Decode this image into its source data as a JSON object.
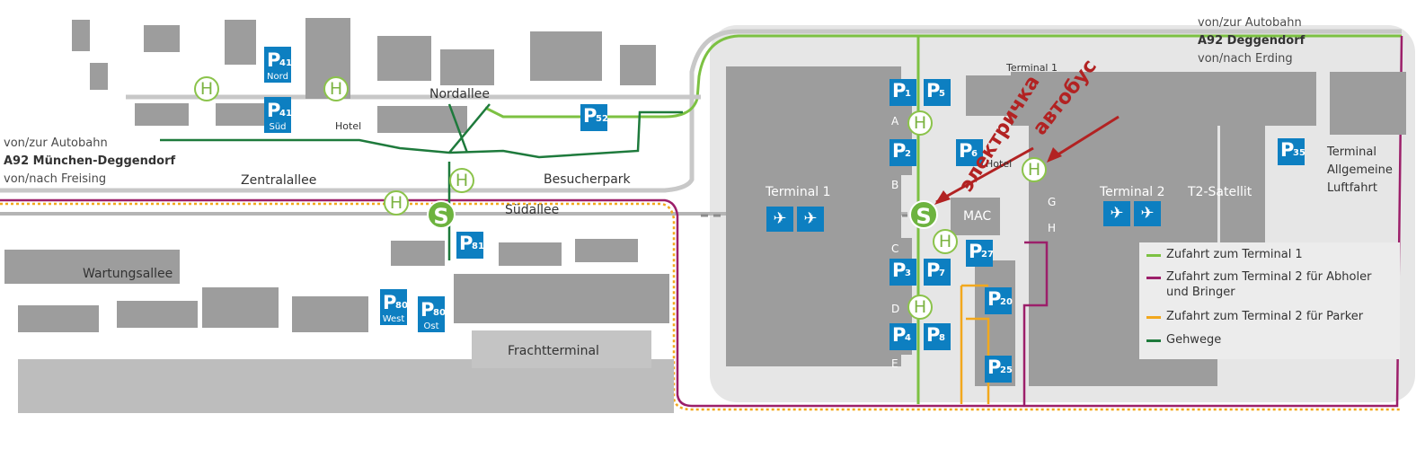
{
  "labels": {
    "autobahn_right_line1": "von/zur Autobahn",
    "autobahn_right_line2": "A92 Deggendorf",
    "autobahn_right_line3": "von/nach Erding",
    "autobahn_left_line1": "von/zur Autobahn",
    "autobahn_left_line2": "A92 München-Deggendorf",
    "autobahn_left_line3": "von/nach Freising",
    "nordallee": "Nordallee",
    "zentralallee": "Zentralallee",
    "besucherpark": "Besucherpark",
    "suedallee": "Südallee",
    "wartungsallee": "Wartungsallee",
    "frachtterminal": "Frachtterminal",
    "hotel_north": "Hotel",
    "hotel_center": "Hotel",
    "terminal1_small": "Terminal 1",
    "terminal1": "Terminal 1",
    "terminal2": "Terminal 2",
    "t2_satellit": "T2-Satellit",
    "mac": "MAC",
    "terminal_allgemeine_line1": "Terminal",
    "terminal_allgemeine_line2": "Allgemeine",
    "terminal_allgemeine_line3": "Luftfahrt"
  },
  "concourses": [
    "A",
    "B",
    "C",
    "D",
    "E",
    "G",
    "H"
  ],
  "parking": [
    {
      "num": "41",
      "sub": "Nord"
    },
    {
      "num": "41",
      "sub": "Süd"
    },
    {
      "num": "52",
      "sub": ""
    },
    {
      "num": "81",
      "sub": ""
    },
    {
      "num": "80",
      "sub": "West"
    },
    {
      "num": "80",
      "sub": "Ost"
    },
    {
      "num": "1",
      "sub": ""
    },
    {
      "num": "5",
      "sub": ""
    },
    {
      "num": "2",
      "sub": ""
    },
    {
      "num": "3",
      "sub": ""
    },
    {
      "num": "7",
      "sub": ""
    },
    {
      "num": "4",
      "sub": ""
    },
    {
      "num": "8",
      "sub": ""
    },
    {
      "num": "27",
      "sub": ""
    },
    {
      "num": "20",
      "sub": ""
    },
    {
      "num": "25",
      "sub": ""
    },
    {
      "num": "35",
      "sub": ""
    },
    {
      "num": "6",
      "sub": ""
    }
  ],
  "symbols": {
    "bus_stop": "H",
    "sbahn": "S",
    "parking_letter": "P"
  },
  "annotations": {
    "train": "электричка",
    "bus": "автобус"
  },
  "legend": {
    "item1": "Zufahrt zum Terminal 1",
    "item2_line1": "Zufahrt zum Terminal 2 für Abholer",
    "item2_line2": "und Bringer",
    "item3": "Zufahrt zum Terminal 2 für Parker",
    "item4": "Gehwege",
    "colors": {
      "terminal1_access": "#7cc142",
      "terminal2_dropoff": "#9c1f6a",
      "terminal2_parker": "#f2a81d",
      "walkways": "#1e7a3c"
    }
  },
  "colors": {
    "parking_blue": "#0d7fc1",
    "building_gray": "#9d9d9d",
    "annotation_red": "#b22222"
  }
}
